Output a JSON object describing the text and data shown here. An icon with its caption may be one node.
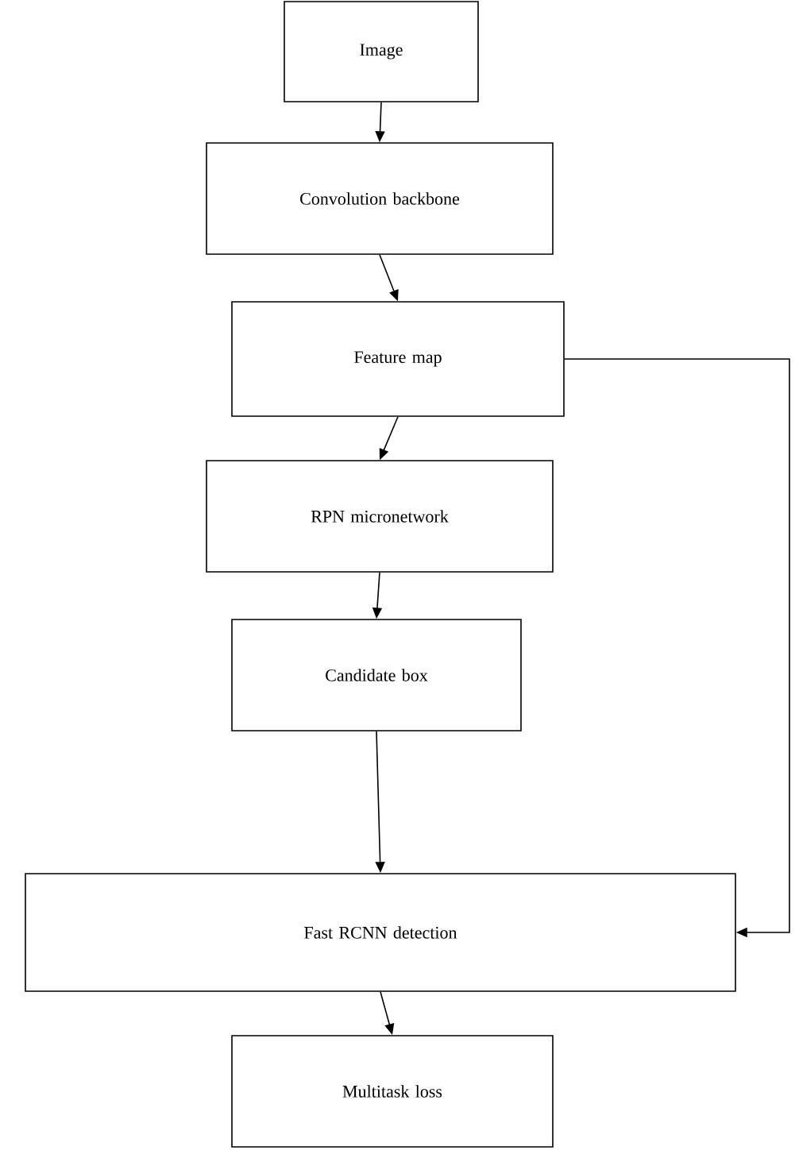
{
  "diagram": {
    "nodes": [
      {
        "text": [
          "Image"
        ]
      },
      {
        "text": [
          "Convolution backbone"
        ]
      },
      {
        "text": [
          "Feature map"
        ]
      },
      {
        "text": [
          "RPN micronetwork"
        ]
      },
      {
        "text": [
          "Candidate box"
        ]
      },
      {
        "text": [
          "Fast RCNN detection"
        ]
      },
      {
        "text": [
          "Multitask loss"
        ]
      }
    ],
    "edges": [
      {
        "from": 0,
        "to": 1,
        "arrow": "to"
      },
      {
        "from": 1,
        "to": 2,
        "arrow": "to"
      },
      {
        "from": 2,
        "to": 3,
        "arrow": "to"
      },
      {
        "from": 3,
        "to": 4,
        "arrow": "to"
      },
      {
        "from": 4,
        "to": 5,
        "arrow": "to"
      },
      {
        "from": 2,
        "to": 5,
        "arrow": "to"
      },
      {
        "from": 5,
        "to": 6,
        "arrow": "to"
      }
    ]
  }
}
